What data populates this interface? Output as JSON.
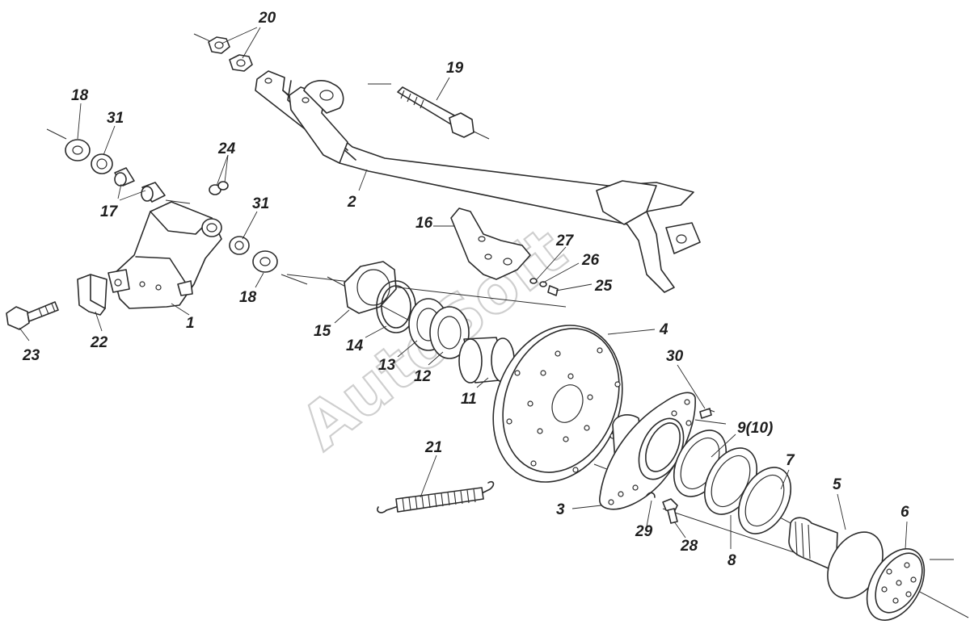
{
  "watermark": "AutoSoft",
  "labels": [
    "1",
    "2",
    "3",
    "4",
    "5",
    "6",
    "7",
    "8",
    "9(10)",
    "11",
    "12",
    "13",
    "14",
    "15",
    "16",
    "17",
    "18",
    "18",
    "19",
    "20",
    "21",
    "22",
    "23",
    "24",
    "25",
    "26",
    "27",
    "28",
    "29",
    "30",
    "31",
    "31"
  ]
}
